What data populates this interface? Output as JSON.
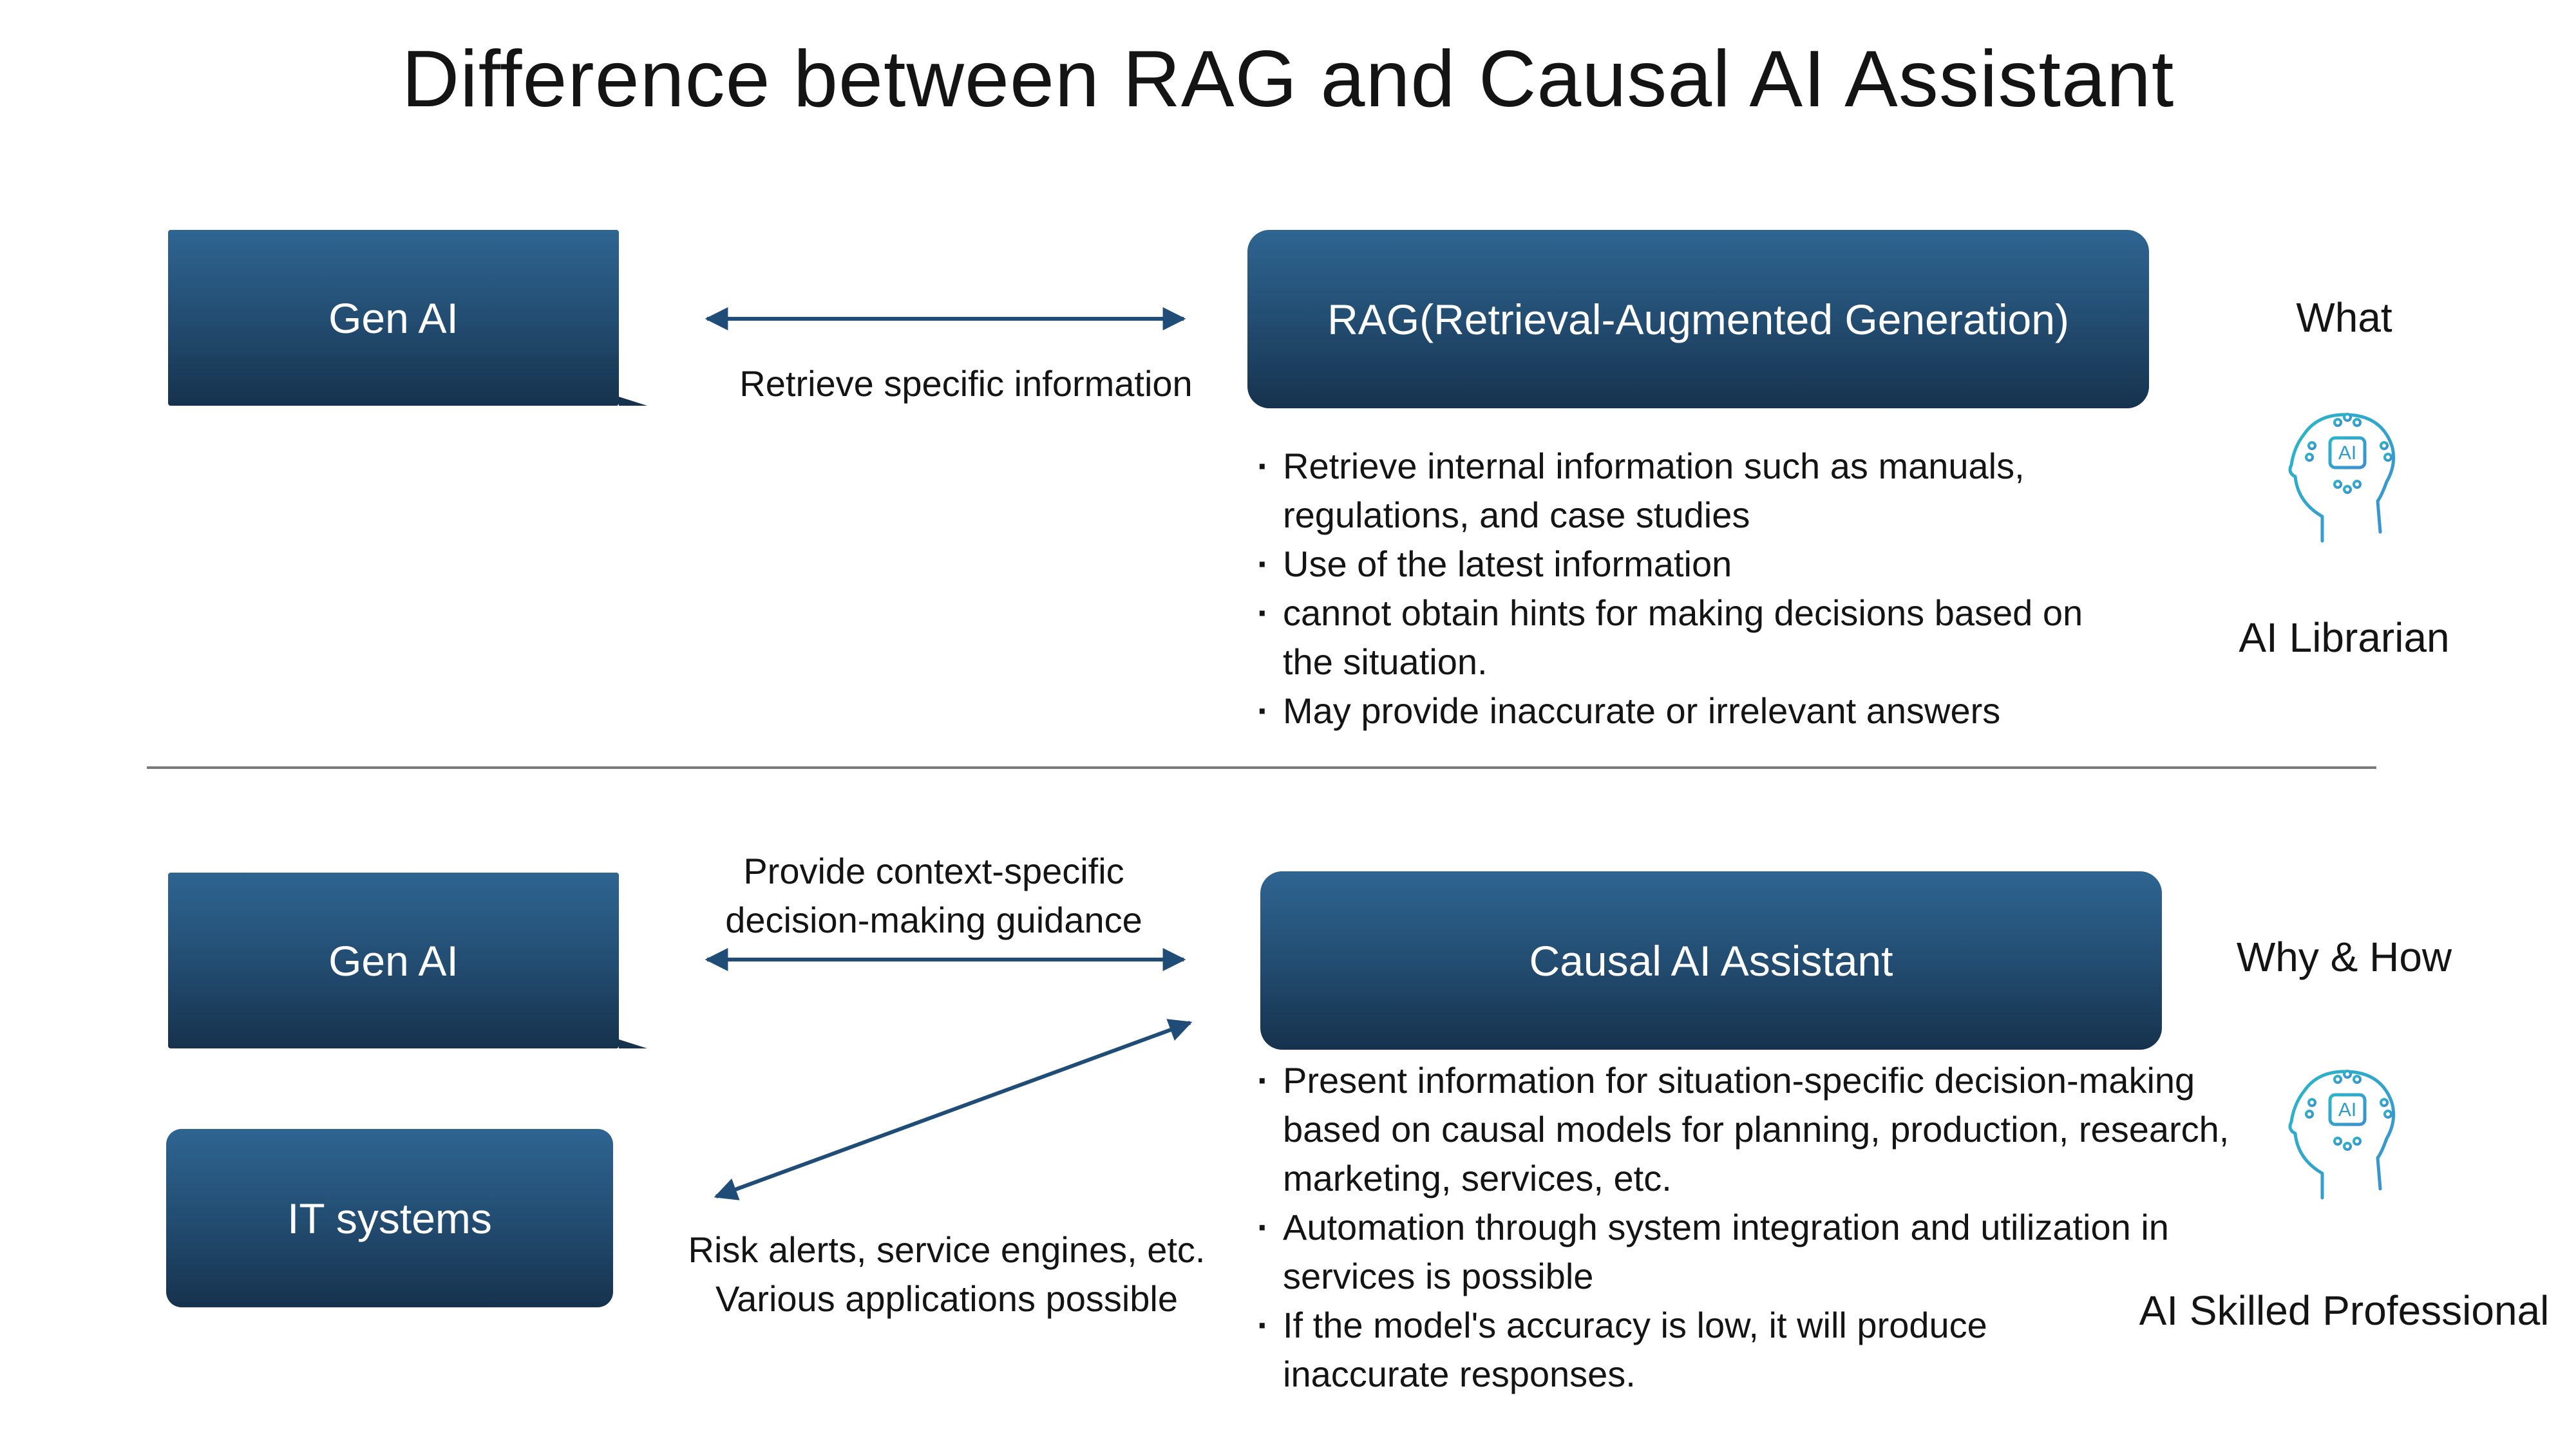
{
  "title": "Difference between RAG and Causal AI Assistant",
  "colors": {
    "box_top": "#2e6591",
    "box_bottom": "#16324d",
    "arrow": "#1f4d77",
    "icon_teal": "#2bb7c7"
  },
  "top": {
    "gen_ai_label": "Gen AI",
    "arrow_label": "Retrieve  specific information",
    "rag_label": "RAG(Retrieval-Augmented Generation)",
    "bullets": [
      "Retrieve internal information such as manuals, regulations, and case studies",
      "Use of the latest information",
      "cannot obtain hints for making decisions based on the situation.",
      "May provide inaccurate or irrelevant answers"
    ],
    "side_heading": "What",
    "icon": "ai-brain-icon",
    "icon_text": "AI",
    "side_caption": "AI Librarian"
  },
  "bottom": {
    "gen_ai_label": "Gen AI",
    "it_label": "IT systems",
    "arrow_label_line1": "Provide context-specific",
    "arrow_label_line2": "decision-making guidance",
    "causal_label": "Causal AI Assistant",
    "diag_label_line1": "Risk alerts, service engines, etc.",
    "diag_label_line2": "Various applications possible",
    "bullets": [
      "Present information for situation-specific decision-making based on causal models for planning, production, research, marketing, services, etc.",
      "Automation through system integration and utilization in services is possible",
      "If the model's accuracy is low, it will produce inaccurate responses."
    ],
    "side_heading": "Why & How",
    "icon": "ai-brain-icon",
    "icon_text": "AI",
    "side_caption": "AI Skilled Professional"
  }
}
